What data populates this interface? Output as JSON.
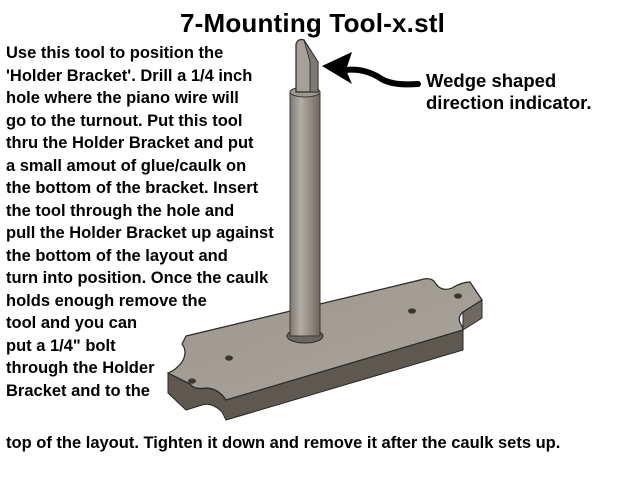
{
  "title": "7-Mounting Tool-x.stl",
  "callout": {
    "lines": [
      "Wedge shaped",
      "direction indicator."
    ]
  },
  "instructions": {
    "lines": [
      "Use this tool to position the",
      "'Holder Bracket'.  Drill a 1/4 inch",
      "hole where the piano wire will",
      "go to the turnout.  Put this tool",
      "thru the Holder Bracket and put",
      "a small amout of glue/caulk on",
      "the bottom of the bracket.  Insert",
      "the tool through the hole and",
      "pull the Holder Bracket up against",
      "the bottom of the layout and",
      "turn into position. Once the caulk",
      "holds enough remove the",
      "tool and you can",
      "put a 1/4\" bolt",
      "through the Holder",
      "Bracket and to the"
    ],
    "final_line": "top of the layout.  Tighten it down and remove it after the caulk sets up."
  },
  "colors": {
    "tool_light": "#a7a39b",
    "tool_mid": "#8d8980",
    "tool_dark": "#5e5a52",
    "edge": "#2a2824",
    "text": "#000000",
    "background": "#ffffff"
  }
}
